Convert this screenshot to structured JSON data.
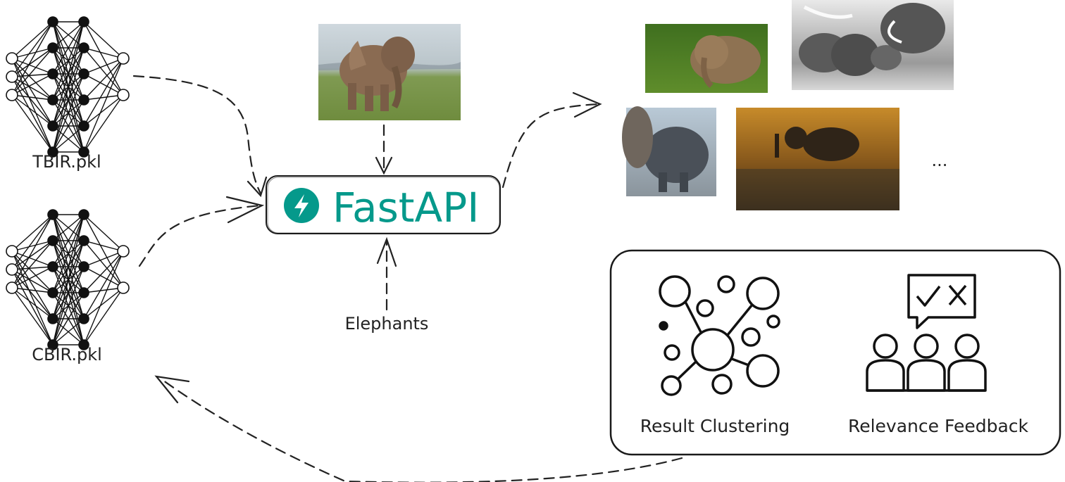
{
  "models": [
    {
      "label": "TBIR.pkl"
    },
    {
      "label": "CBIR.pkl"
    }
  ],
  "query_text": "Elephants",
  "server": {
    "label": "FastAPI",
    "color": "#05998b"
  },
  "results": {
    "more": "..."
  },
  "feedback_box": {
    "clustering_label": "Result Clustering",
    "relevance_label": "Relevance Feedback"
  },
  "icons": {
    "neural_network": "neural-network-icon",
    "fastapi": "fastapi-lightning-icon",
    "clustering": "cluster-graph-icon",
    "feedback": "people-feedback-icon"
  }
}
